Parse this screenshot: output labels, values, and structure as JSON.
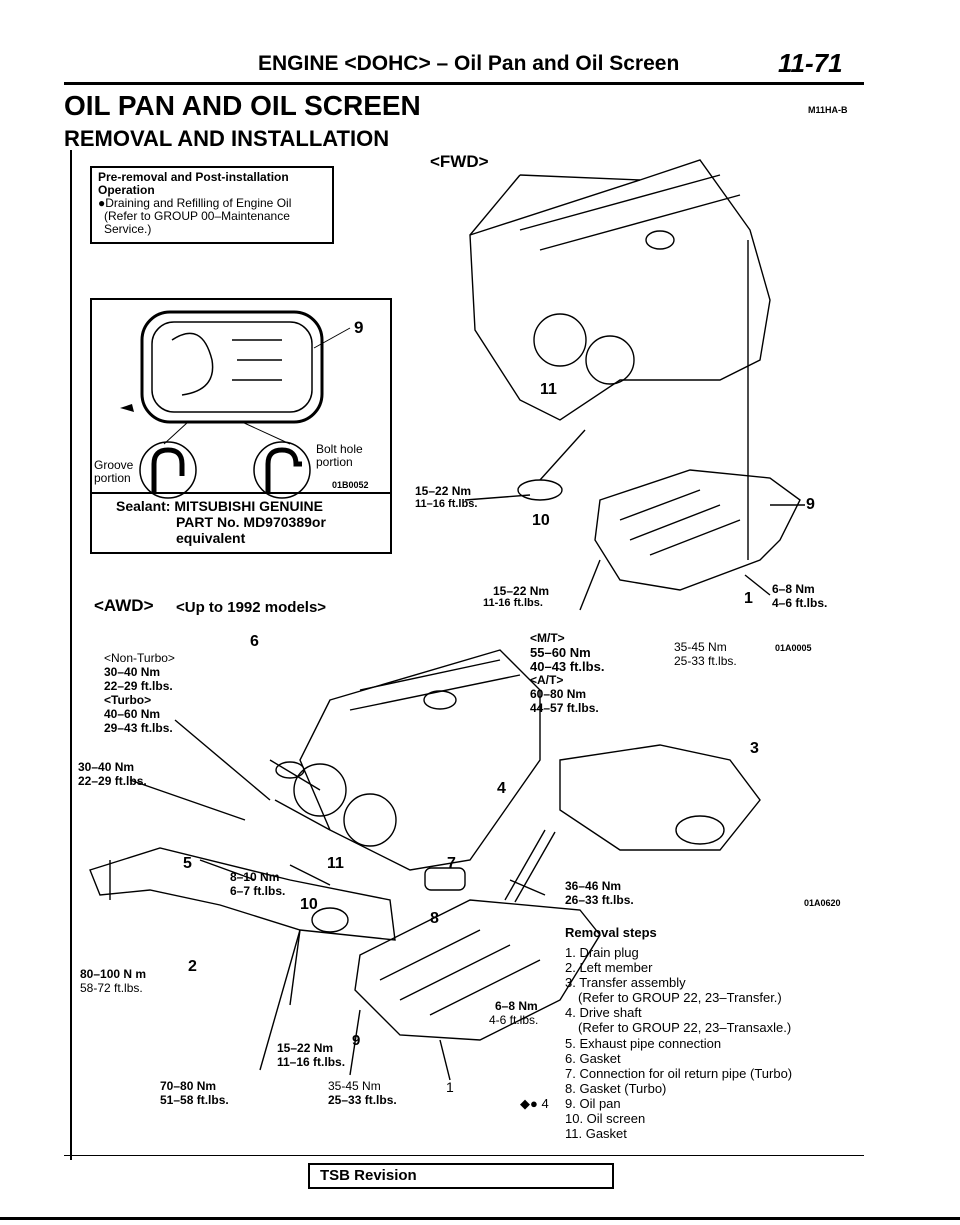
{
  "header": {
    "title": "ENGINE <DOHC> – Oil Pan and Oil Screen",
    "page_number": "11-71"
  },
  "section": {
    "title": "OIL PAN AND OIL SCREEN",
    "code": "M11HA-B",
    "subtitle": "REMOVAL AND INSTALLATION"
  },
  "pre_removal": {
    "heading1": "Pre-removal and Post-installation",
    "heading2": "Operation",
    "line1": "●Draining and Refilling of Engine Oil",
    "line2": "(Refer to GROUP 00–Maintenance",
    "line3": "Service.)"
  },
  "sealant_box": {
    "callout": "9",
    "groove": "Groove",
    "groove2": "portion",
    "bolt": "Bolt hole",
    "bolt2": "portion",
    "fig_code": "01B0052",
    "sealant1": "Sealant: MITSUBISHI GENUINE",
    "sealant2": "PART No. MD970389or",
    "sealant3": "equivalent"
  },
  "fwd_diagram": {
    "label": "<FWD>",
    "item11": "11",
    "torque_a_nm": "15–22 Nm",
    "torque_a_ft": "11–16 ft.lbs.",
    "item10": "10",
    "item9": "9",
    "torque_b_nm": "15–22 Nm",
    "torque_b_ft": "11-16 ft.lbs.",
    "torque_c_nm": "6–8 Nm",
    "torque_c_ft": "4–6 ft.lbs.",
    "item1": "1",
    "fig_code": "01A0005"
  },
  "awd_diagram": {
    "label1": "<AWD>",
    "label2": "<Up to 1992 models>",
    "item6": "6",
    "nonturbo": "<Non-Turbo>",
    "nt_nm": "30–40 Nm",
    "nt_ft": "22–29 ft.lbs.",
    "turbo": "<Turbo>",
    "t_nm": "40–60 Nm",
    "t_ft": "29–43 ft.lbs.",
    "left_nm": "30–40 Nm",
    "left_ft": "22–29 ft.lbs.",
    "mt": "<M/T>",
    "mt_nm": "55–60 Nm",
    "mt_ft": "40–43 ft.lbs.",
    "at": "<A/T>",
    "at_nm": "60–80 Nm",
    "at_ft": "44–57 ft.lbs.",
    "r_nm": "35-45 Nm",
    "r_ft": "25-33 ft.lbs.",
    "item3": "3",
    "item4": "4",
    "item5": "5",
    "m_nm": "8–10 Nm",
    "m_ft": "6–7 ft.lbs.",
    "item11": "11",
    "item7": "7",
    "item10": "10",
    "item8": "8",
    "s_nm": "36–46 Nm",
    "s_ft": "26–33 ft.lbs.",
    "fig_code": "01A0620",
    "lm_nm": "80–100 N m",
    "lm_ft": "58-72 ft.lbs.",
    "item2": "2",
    "pan_nm": "6–8 Nm",
    "pan_ft": "4-6 ft.lbs.",
    "scr_nm": "15–22 Nm",
    "scr_ft": "11–16 ft.lbs.",
    "item9": "9",
    "bl_nm": "70–80 Nm",
    "bl_ft": "51–58 ft.lbs.",
    "bc_nm": "35-45 Nm",
    "bc_ft": "25–33 ft.lbs.",
    "item1": "1"
  },
  "removal_steps": {
    "title": "Removal steps",
    "steps": [
      "1. Drain plug",
      "2. Left member",
      "3. Transfer assembly",
      "(Refer to GROUP 22, 23–Transfer.)",
      "4. Drive shaft",
      "(Refer to GROUP 22, 23–Transaxle.)",
      "5. Exhaust pipe connection",
      "6. Gasket",
      "7. Connection for oil return pipe (Turbo)",
      "8. Gasket (Turbo)",
      "9. Oil pan",
      "10. Oil screen",
      "11. Gasket"
    ],
    "marker9": "◆● 4"
  },
  "footer": {
    "tsb": "TSB Revision"
  }
}
